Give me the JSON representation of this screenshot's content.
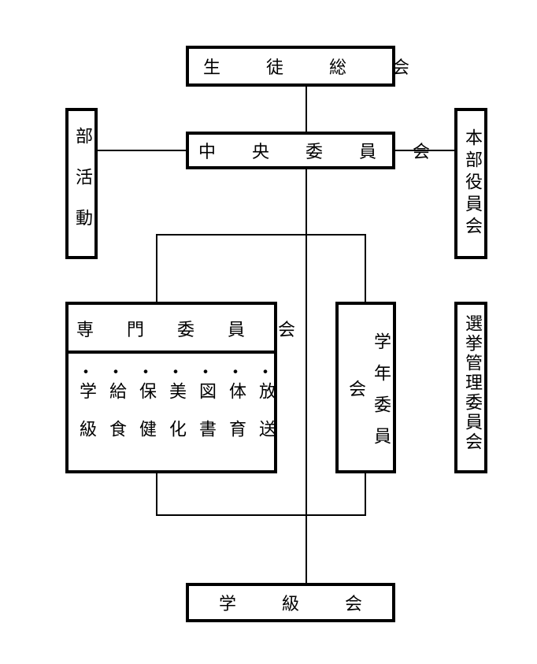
{
  "nodes": {
    "general_assembly": "生　徒　総　会",
    "central_committee": "中　央　委　員　会",
    "club_activities": "部活動",
    "hq_officers": "本部役員会",
    "special_committees": "専　門　委　員　会",
    "grade_committee": "学年委員会",
    "election_committee": "選挙管理委員会",
    "class_assembly": "学　級　会"
  },
  "special_committee_members": [
    "学級",
    "給食",
    "保健",
    "美化",
    "図書",
    "体育",
    "放送"
  ],
  "bullet_mark": "・"
}
